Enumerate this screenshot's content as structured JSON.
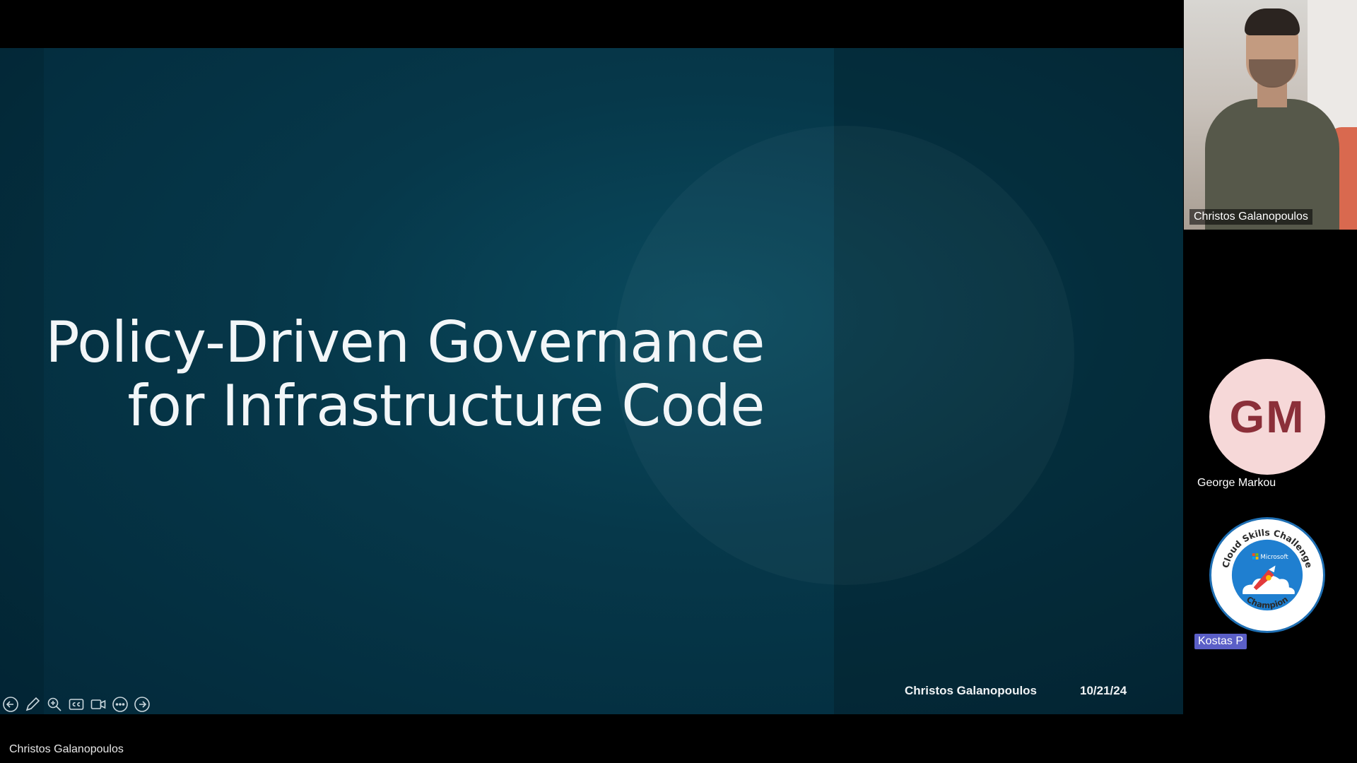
{
  "slide": {
    "title_line1": "Policy-Driven Governance",
    "title_line2": "for Infrastructure Code",
    "footer_name": "Christos Galanopoulos",
    "footer_date": "10/21/24"
  },
  "toolbar": {
    "buttons": [
      {
        "name": "previous-slide",
        "icon": "arrow-left-circle-icon"
      },
      {
        "name": "pen",
        "icon": "pen-icon"
      },
      {
        "name": "zoom",
        "icon": "magnifier-icon"
      },
      {
        "name": "captions",
        "icon": "cc-icon"
      },
      {
        "name": "camera",
        "icon": "video-camera-icon"
      },
      {
        "name": "more",
        "icon": "ellipsis-circle-icon"
      },
      {
        "name": "next-slide",
        "icon": "arrow-right-circle-icon"
      }
    ]
  },
  "presenter_label": "Christos Galanopoulos",
  "participants": [
    {
      "name": "Christos Galanopoulos",
      "kind": "video"
    },
    {
      "name": "George Markou",
      "initials": "GM",
      "kind": "initials"
    },
    {
      "name": "Kostas P",
      "kind": "badge",
      "badge_text_top": "Cloud Skills Challenge",
      "badge_brand": "Microsoft",
      "badge_text_bottom": "Champion"
    }
  ],
  "colors": {
    "slide_bg": "#06384a",
    "gm_avatar_bg": "#f6d8d8",
    "gm_avatar_fg": "#8b2f39",
    "kostas_tag": "#5b5fc7"
  }
}
